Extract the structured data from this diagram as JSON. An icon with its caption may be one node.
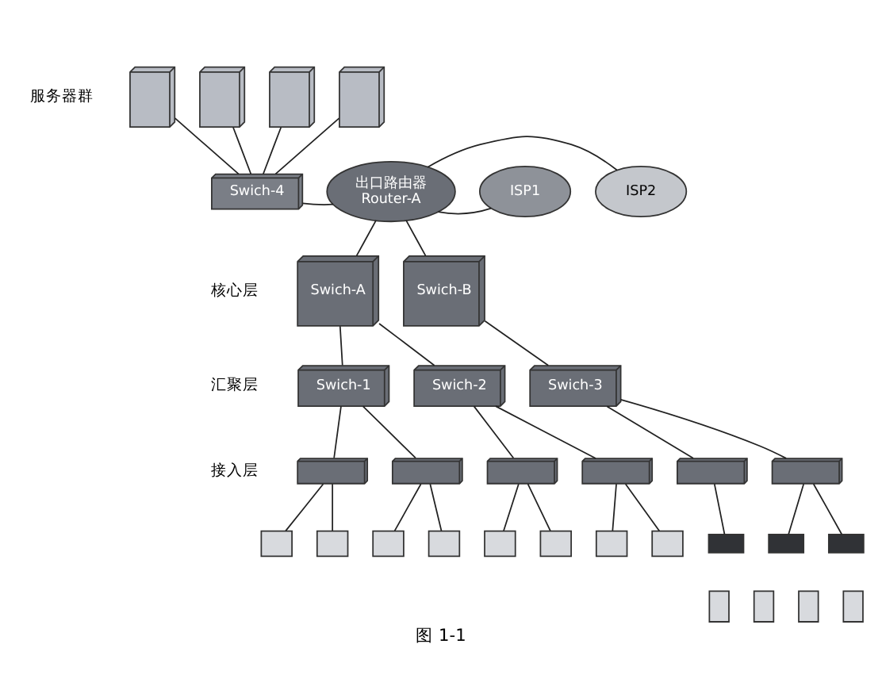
{
  "diagram": {
    "caption": "图 1-1",
    "nodes": [
      {
        "text": [],
        "shape": "box"
      },
      {
        "text": [],
        "shape": "box"
      },
      {
        "text": [],
        "shape": "box"
      },
      {
        "text": [],
        "shape": "box"
      },
      {
        "text": [
          "Swich-4"
        ]
      },
      {
        "text": [
          "出口路由器",
          "Router-A"
        ]
      },
      {
        "text": [
          "ISP1"
        ]
      },
      {
        "text": [
          "ISP2"
        ]
      },
      {
        "text": [
          "Swich-A"
        ]
      },
      {
        "text": [
          "Swich-B"
        ]
      },
      {
        "text": [
          "Swich-1"
        ]
      },
      {
        "text": [
          "Swich-2"
        ]
      },
      {
        "text": [
          "Swich-3"
        ]
      },
      {
        "text": [],
        "shape": "box"
      },
      {
        "text": [],
        "shape": "box"
      },
      {
        "text": [],
        "shape": "box"
      },
      {
        "text": [],
        "shape": "box"
      },
      {
        "text": [],
        "shape": "box"
      },
      {
        "text": [],
        "shape": "box"
      },
      {
        "text": [],
        "shape": "box"
      },
      {
        "text": [],
        "shape": "box"
      },
      {
        "text": [],
        "shape": "box"
      },
      {
        "text": [],
        "shape": "box"
      },
      {
        "text": [],
        "shape": "box"
      },
      {
        "text": [],
        "shape": "box"
      },
      {
        "text": [],
        "shape": "box"
      },
      {
        "text": [],
        "shape": "box"
      },
      {
        "text": [],
        "shape": "box"
      },
      {
        "text": [],
        "shape": "box"
      },
      {
        "text": [],
        "shape": "box"
      },
      {
        "text": [],
        "shape": "box"
      },
      {
        "text": [],
        "shape": "box"
      },
      {
        "text": [],
        "shape": "box"
      },
      {
        "text": [],
        "shape": "box"
      }
    ],
    "edges": [
      {
        "from": 0,
        "to": 4,
        "arrow": "none"
      },
      {
        "from": 1,
        "to": 4,
        "arrow": "none"
      },
      {
        "from": 2,
        "to": 4,
        "arrow": "none"
      },
      {
        "from": 3,
        "to": 4,
        "arrow": "none"
      },
      {
        "from": 4,
        "to": 5,
        "arrow": "none"
      },
      {
        "from": 5,
        "to": 6,
        "arrow": "none"
      },
      {
        "from": 5,
        "to": 7,
        "arrow": "none"
      },
      {
        "from": 5,
        "to": 8,
        "arrow": "none"
      },
      {
        "from": 5,
        "to": 9,
        "arrow": "none"
      },
      {
        "from": 8,
        "to": 10,
        "arrow": "none"
      },
      {
        "from": 8,
        "to": 11,
        "arrow": "none"
      },
      {
        "from": 9,
        "to": 12,
        "arrow": "none"
      },
      {
        "from": 10,
        "to": 13,
        "arrow": "none"
      },
      {
        "from": 10,
        "to": 14,
        "arrow": "none"
      },
      {
        "from": 11,
        "to": 15,
        "arrow": "none"
      },
      {
        "from": 11,
        "to": 16,
        "arrow": "none"
      },
      {
        "from": 12,
        "to": 17,
        "arrow": "none"
      },
      {
        "from": 12,
        "to": 18,
        "arrow": "none"
      },
      {
        "from": 13,
        "to": 19,
        "arrow": "none"
      },
      {
        "from": 13,
        "to": 20,
        "arrow": "none"
      },
      {
        "from": 14,
        "to": 21,
        "arrow": "none"
      },
      {
        "from": 14,
        "to": 22,
        "arrow": "none"
      },
      {
        "from": 15,
        "to": 23,
        "arrow": "none"
      },
      {
        "from": 15,
        "to": 24,
        "arrow": "none"
      },
      {
        "from": 16,
        "to": 25,
        "arrow": "none"
      },
      {
        "from": 16,
        "to": 26,
        "arrow": "none"
      },
      {
        "from": 17,
        "to": 27,
        "arrow": "none"
      },
      {
        "from": 18,
        "to": 28,
        "arrow": "none"
      },
      {
        "from": 18,
        "to": 29,
        "arrow": "none"
      }
    ],
    "labels": [
      "服务器群",
      "核心层",
      "汇聚层",
      "接入层"
    ]
  }
}
